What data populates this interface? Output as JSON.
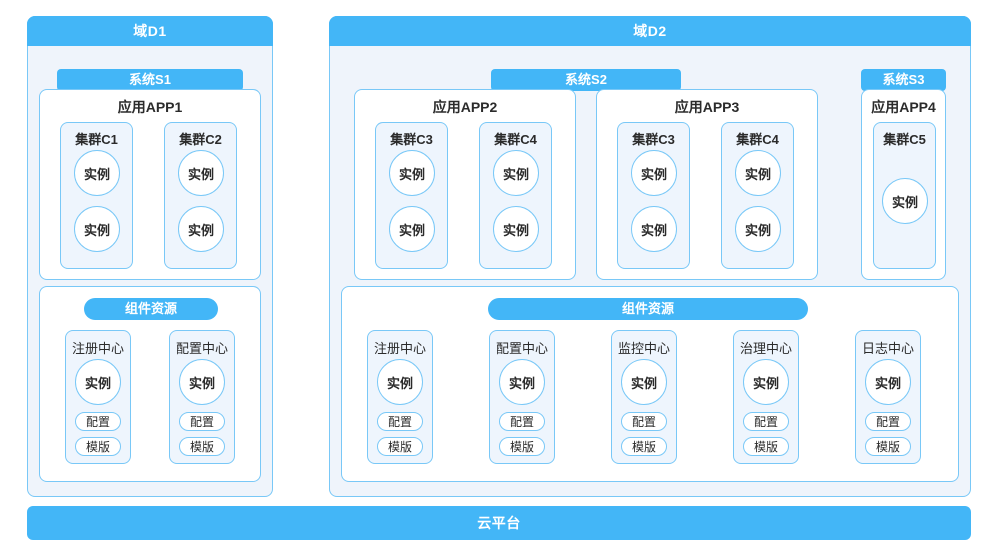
{
  "theme": {
    "accent": "#43b6f7",
    "panel_bg": "#eff4fb",
    "card_bg": "#eef5fd",
    "border": "#79c8f7",
    "box_bg": "#ffffff"
  },
  "domains": [
    {
      "id": "d1",
      "title": "域D1",
      "systems": [
        {
          "id": "s1",
          "label": "系统S1",
          "apps": [
            {
              "id": "app1",
              "title": "应用APP1",
              "clusters": [
                {
                  "title": "集群C1",
                  "instances": [
                    "实例",
                    "实例"
                  ]
                },
                {
                  "title": "集群C2",
                  "instances": [
                    "实例",
                    "实例"
                  ]
                }
              ]
            }
          ]
        }
      ],
      "components": {
        "label": "组件资源",
        "cards": [
          {
            "title": "注册中心",
            "instance": "实例",
            "tags": [
              "配置",
              "模版"
            ]
          },
          {
            "title": "配置中心",
            "instance": "实例",
            "tags": [
              "配置",
              "模版"
            ]
          }
        ]
      }
    },
    {
      "id": "d2",
      "title": "域D2",
      "systems": [
        {
          "id": "s2",
          "label": "系统S2",
          "apps": [
            {
              "id": "app2",
              "title": "应用APP2",
              "clusters": [
                {
                  "title": "集群C3",
                  "instances": [
                    "实例",
                    "实例"
                  ]
                },
                {
                  "title": "集群C4",
                  "instances": [
                    "实例",
                    "实例"
                  ]
                }
              ]
            },
            {
              "id": "app3",
              "title": "应用APP3",
              "clusters": [
                {
                  "title": "集群C3",
                  "instances": [
                    "实例",
                    "实例"
                  ]
                },
                {
                  "title": "集群C4",
                  "instances": [
                    "实例",
                    "实例"
                  ]
                }
              ]
            }
          ]
        },
        {
          "id": "s3",
          "label": "系统S3",
          "apps": [
            {
              "id": "app4",
              "title": "应用APP4",
              "clusters": [
                {
                  "title": "集群C5",
                  "instances": [
                    "实例"
                  ]
                }
              ]
            }
          ]
        }
      ],
      "components": {
        "label": "组件资源",
        "cards": [
          {
            "title": "注册中心",
            "instance": "实例",
            "tags": [
              "配置",
              "模版"
            ]
          },
          {
            "title": "配置中心",
            "instance": "实例",
            "tags": [
              "配置",
              "模版"
            ]
          },
          {
            "title": "监控中心",
            "instance": "实例",
            "tags": [
              "配置",
              "模版"
            ]
          },
          {
            "title": "治理中心",
            "instance": "实例",
            "tags": [
              "配置",
              "模版"
            ]
          },
          {
            "title": "日志中心",
            "instance": "实例",
            "tags": [
              "配置",
              "模版"
            ]
          }
        ]
      }
    }
  ],
  "platform": {
    "label": "云平台"
  }
}
